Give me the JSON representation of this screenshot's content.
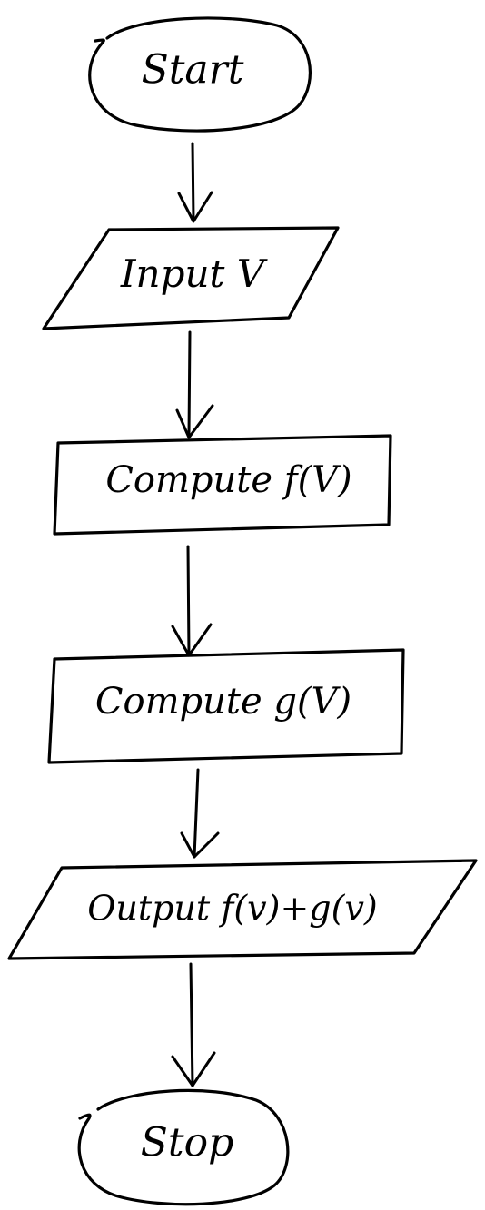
{
  "flowchart": {
    "nodes": [
      {
        "id": "start",
        "shape": "terminator",
        "label": "Start"
      },
      {
        "id": "input-v",
        "shape": "input-output",
        "label": "Input V"
      },
      {
        "id": "compute-f",
        "shape": "process",
        "label": "Compute f(V)"
      },
      {
        "id": "compute-g",
        "shape": "process",
        "label": "Compute g(V)"
      },
      {
        "id": "output-sum",
        "shape": "input-output",
        "label": "Output f(v)+g(v)"
      },
      {
        "id": "stop",
        "shape": "terminator",
        "label": "Stop"
      }
    ],
    "edges": [
      {
        "from": "start",
        "to": "input-v"
      },
      {
        "from": "input-v",
        "to": "compute-f"
      },
      {
        "from": "compute-f",
        "to": "compute-g"
      },
      {
        "from": "compute-g",
        "to": "output-sum"
      },
      {
        "from": "output-sum",
        "to": "stop"
      }
    ],
    "style": {
      "stroke_color": "#000000",
      "background": "#ffffff",
      "hand_drawn": true
    }
  }
}
